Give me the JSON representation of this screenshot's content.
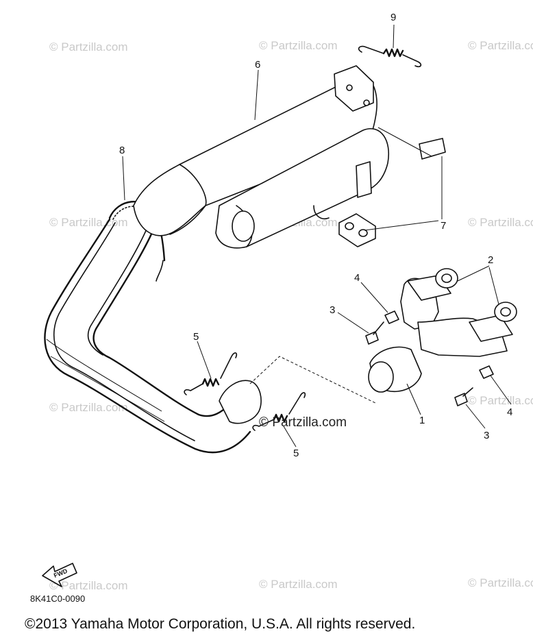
{
  "watermark": "© Partzilla.com",
  "callouts": {
    "p1": "1",
    "p2": "2",
    "p3a": "3",
    "p3b": "3",
    "p4a": "4",
    "p4b": "4",
    "p5a": "5",
    "p5b": "5",
    "p6": "6",
    "p7": "7",
    "p8": "8",
    "p9": "9"
  },
  "fwd_label": "FWD",
  "diagram_code": "8K41C0-0090",
  "copyright": "©2013 Yamaha Motor Corporation, U.S.A. All rights reserved."
}
